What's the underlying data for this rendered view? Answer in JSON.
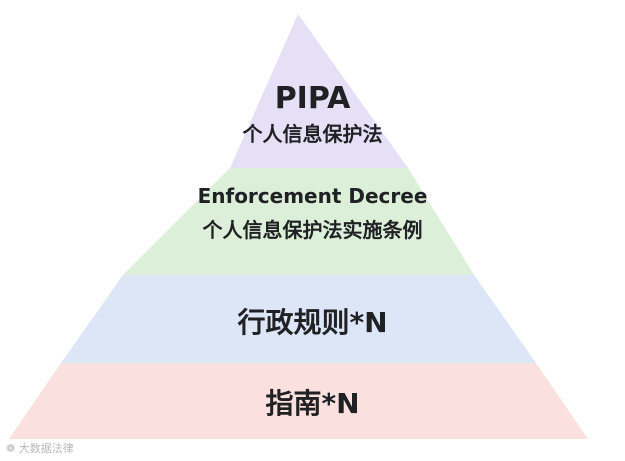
{
  "pyramid": {
    "tiers": [
      {
        "name": "pipa",
        "fill": "#e6e0f6",
        "lines": [
          "PIPA",
          "个人信息保护法"
        ]
      },
      {
        "name": "enforcement-decree",
        "fill": "#dcefd8",
        "lines": [
          "Enforcement Decree",
          "个人信息保护法实施条例"
        ]
      },
      {
        "name": "administrative-rules",
        "fill": "#dde6f7",
        "lines": [
          "行政规则*N"
        ]
      },
      {
        "name": "guidelines",
        "fill": "#fbe0e0",
        "lines": [
          "指南*N"
        ]
      }
    ]
  },
  "watermark": {
    "text": "大数据法律"
  }
}
